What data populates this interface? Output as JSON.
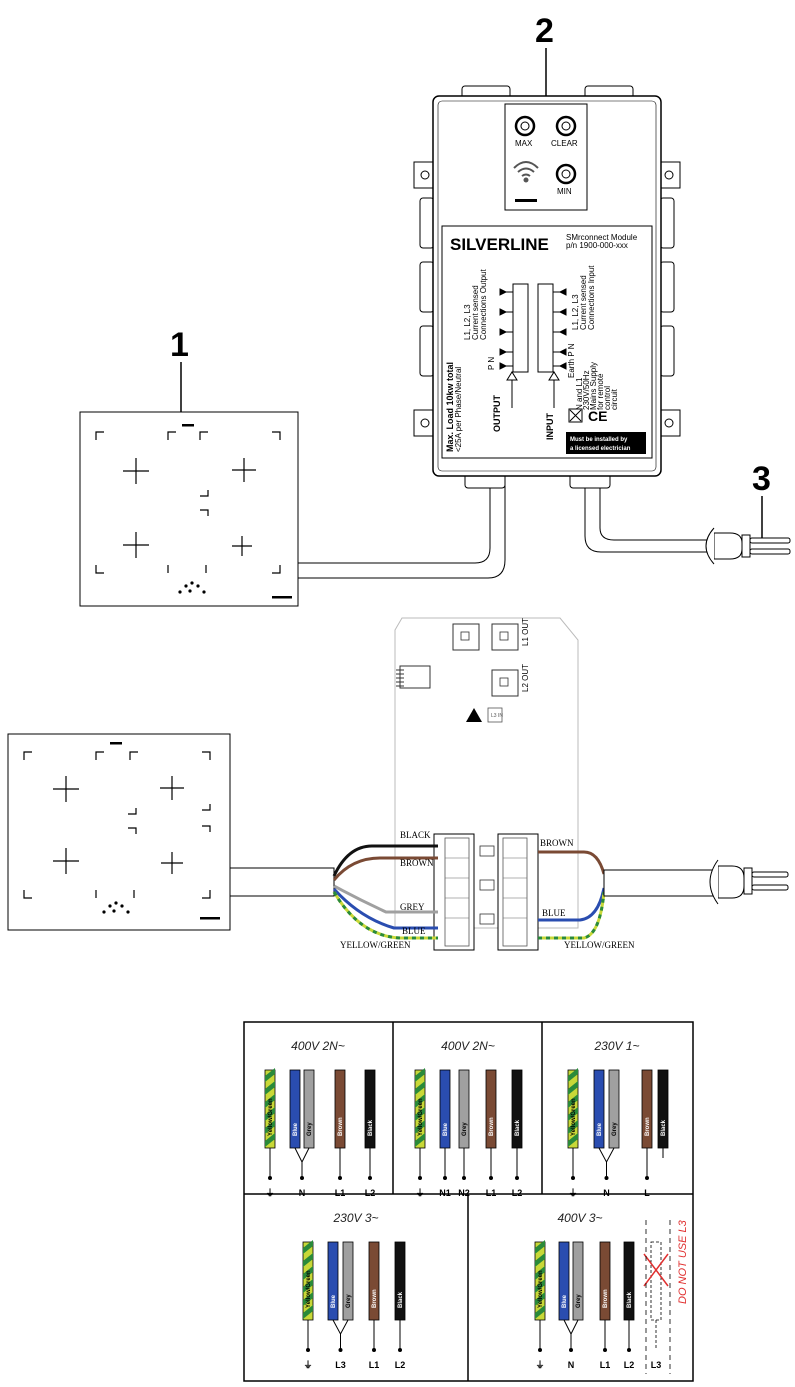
{
  "callouts": {
    "hob": "1",
    "control_box": "2",
    "plug": "3"
  },
  "control_box": {
    "buttons": {
      "max": "MAX",
      "clear": "CLEAR",
      "min": "MIN"
    },
    "brand": "SILVERLINE",
    "brand_sub": "SMrconnect Module",
    "brand_sub2": "p/n 1900-000-xxx",
    "output_block": {
      "label": "OUTPUT",
      "terminals": [
        "L1, L2, L3",
        "Current sensed",
        "Connections Output"
      ],
      "pn": "P  N"
    },
    "input_block": {
      "label": "INPUT",
      "terminals": [
        "L1, L2, L3",
        "Current sensed",
        "Connections Input"
      ],
      "pn": "Earth  P  N",
      "mains": [
        "N and L1",
        "230V/50Hz",
        "Mains Supply",
        "for remote",
        "control",
        "circuit"
      ]
    },
    "load_info": [
      "Max. Load 10kw total",
      "<25A per Phase/Neutral"
    ],
    "warning": [
      "Must be installed by",
      "a licensed electrician"
    ]
  },
  "wiring": {
    "left_labels": [
      "BLACK",
      "BROWN",
      "GREY",
      "BLUE",
      "YELLOW/GREEN"
    ],
    "right_labels": [
      "BROWN",
      "BLUE",
      "YELLOW/GREEN"
    ],
    "pcb_codes": [
      "L1 OUT",
      "L2 OUT",
      "L3 IN"
    ]
  },
  "colors": {
    "yellow_green": "#c8d838",
    "blue": "#2a4db0",
    "grey": "#a0a0a0",
    "brown": "#7a4a34",
    "black": "#111111",
    "warn": "#e03030"
  },
  "panels": [
    {
      "title": "400V 2N~",
      "wires": [
        {
          "name": "Yellow/Green",
          "color": "yg",
          "term": "⏚"
        },
        {
          "name": "Blue",
          "color": "blue",
          "term": "N"
        },
        {
          "name": "Grey",
          "color": "grey",
          "term": ""
        },
        {
          "name": "Brown",
          "color": "brown",
          "term": "L1"
        },
        {
          "name": "Black",
          "color": "black",
          "term": "L2"
        }
      ]
    },
    {
      "title": "400V 2N~",
      "wires": [
        {
          "name": "Yellow/Green",
          "color": "yg",
          "term": "⏚"
        },
        {
          "name": "Blue",
          "color": "blue",
          "term": "N1"
        },
        {
          "name": "Grey",
          "color": "grey",
          "term": "N2"
        },
        {
          "name": "Brown",
          "color": "brown",
          "term": "L1"
        },
        {
          "name": "Black",
          "color": "black",
          "term": "L2"
        }
      ]
    },
    {
      "title": "230V 1~",
      "wires": [
        {
          "name": "Yellow/Green",
          "color": "yg",
          "term": "⏚"
        },
        {
          "name": "Blue",
          "color": "blue",
          "term": "N"
        },
        {
          "name": "Grey",
          "color": "grey",
          "term": ""
        },
        {
          "name": "Brown",
          "color": "brown",
          "term": "L"
        },
        {
          "name": "Black",
          "color": "black",
          "term": ""
        }
      ]
    },
    {
      "title": "230V 3~",
      "wires": [
        {
          "name": "Yellow/Green",
          "color": "yg",
          "term": "⏚"
        },
        {
          "name": "Blue",
          "color": "blue",
          "term": "L3"
        },
        {
          "name": "Grey",
          "color": "grey",
          "term": ""
        },
        {
          "name": "Brown",
          "color": "brown",
          "term": "L1"
        },
        {
          "name": "Black",
          "color": "black",
          "term": "L2"
        }
      ]
    },
    {
      "title": "400V 3~",
      "warning": "DO NOT USE L3",
      "wires": [
        {
          "name": "Yellow/Green",
          "color": "yg",
          "term": "⏚"
        },
        {
          "name": "Blue",
          "color": "blue",
          "term": "N"
        },
        {
          "name": "Grey",
          "color": "grey",
          "term": ""
        },
        {
          "name": "Brown",
          "color": "brown",
          "term": "L1"
        },
        {
          "name": "Black",
          "color": "black",
          "term": "L2"
        },
        {
          "name": "",
          "color": "none",
          "term": "L3"
        }
      ]
    }
  ]
}
